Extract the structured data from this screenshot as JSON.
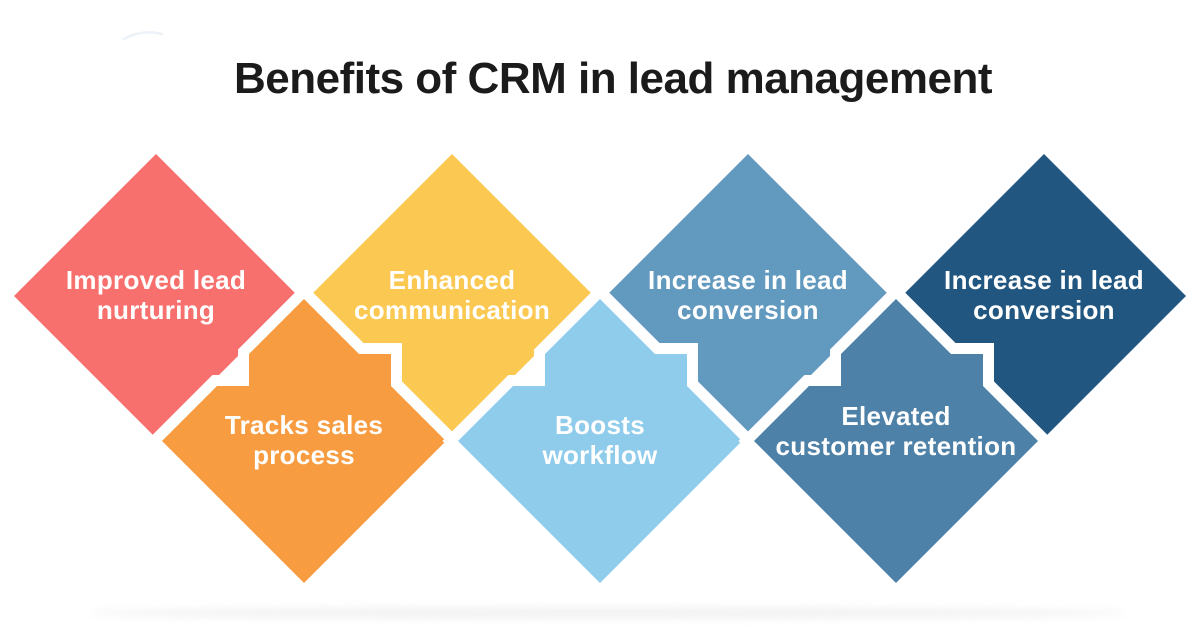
{
  "title": "Benefits of CRM in lead management",
  "title_color": "#1b1b1b",
  "label_color": "#ffffff",
  "shadow_color": "#e8e8e8",
  "accent_arc_color": "#dde8f2",
  "diamonds": [
    {
      "id": "improved-lead-nurturing",
      "row": "top",
      "line1": "Improved lead",
      "line2": "nurturing",
      "color": "#F7706D"
    },
    {
      "id": "tracks-sales-process",
      "row": "bottom",
      "line1": "Tracks sales",
      "line2": "process",
      "color": "#F89C41"
    },
    {
      "id": "enhanced-communication",
      "row": "top",
      "line1": "Enhanced",
      "line2": "communication",
      "color": "#FBC851"
    },
    {
      "id": "boosts-workflow",
      "row": "bottom",
      "line1": "Boosts",
      "line2": "workflow",
      "color": "#8FCBEA"
    },
    {
      "id": "increase-in-lead-conversion-1",
      "row": "top",
      "line1": "Increase in lead",
      "line2": "conversion",
      "color": "#6299BE"
    },
    {
      "id": "elevated-customer-retention",
      "row": "bottom",
      "line1": "Elevated",
      "line2": "customer retention",
      "color": "#4E81A7"
    },
    {
      "id": "increase-in-lead-conversion-2",
      "row": "top",
      "line1": "Increase in lead",
      "line2": "conversion",
      "color": "#20567F"
    }
  ]
}
